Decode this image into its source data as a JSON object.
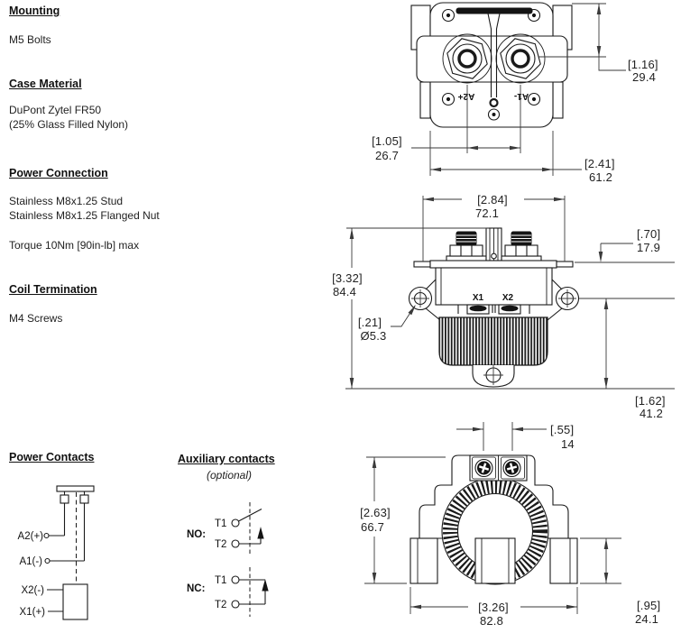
{
  "specs": {
    "mounting": {
      "heading": "Mounting",
      "line1": "M5 Bolts"
    },
    "case_material": {
      "heading": "Case Material",
      "line1": "DuPont Zytel FR50",
      "line2": "(25% Glass Filled Nylon)"
    },
    "power_connection": {
      "heading": "Power Connection",
      "line1": "Stainless M8x1.25 Stud",
      "line2": "Stainless M8x1.25 Flanged Nut",
      "line3": "Torque 10Nm [90in-lb] max"
    },
    "coil_termination": {
      "heading": "Coil Termination",
      "line1": "M4 Screws"
    }
  },
  "power_contacts": {
    "heading": "Power Contacts",
    "a2": "A2(+)",
    "a1": "A1(-)",
    "x2": "X2(-)",
    "x1": "X1(+)"
  },
  "aux_contacts": {
    "heading": "Auxiliary contacts",
    "subheading": "(optional)",
    "no_label": "NO:",
    "nc_label": "NC:",
    "no_t1": "T1",
    "no_t2": "T2",
    "nc_t1": "T1",
    "nc_t2": "T2"
  },
  "top_view": {
    "terminal_left": "A2+",
    "terminal_right": "A1-",
    "dim_height_in": "[1.16]",
    "dim_height_mm": "29.4",
    "dim_stud_spacing_in": "[1.05]",
    "dim_stud_spacing_mm": "26.7",
    "dim_width_in": "[2.41]",
    "dim_width_mm": "61.2"
  },
  "front_view": {
    "coil_terminal_1": "X1",
    "coil_terminal_2": "X2",
    "dim_width_in": "[2.84]",
    "dim_width_mm": "72.1",
    "dim_stud_height_in": "[.70]",
    "dim_stud_height_mm": "17.9",
    "dim_total_height_in": "[3.32]",
    "dim_total_height_mm": "84.4",
    "dim_hole_in": "[.21]",
    "dim_hole_mm": "Ø5.3",
    "dim_lower_height_in": "[1.62]",
    "dim_lower_height_mm": "41.2"
  },
  "side_view": {
    "dim_screw_spacing_in": "[.55]",
    "dim_screw_spacing_mm": "14",
    "dim_height_in": "[2.63]",
    "dim_height_mm": "66.7",
    "dim_width_in": "[3.26]",
    "dim_width_mm": "82.8",
    "dim_foot_height_in": "[.95]",
    "dim_foot_height_mm": "24.1"
  }
}
